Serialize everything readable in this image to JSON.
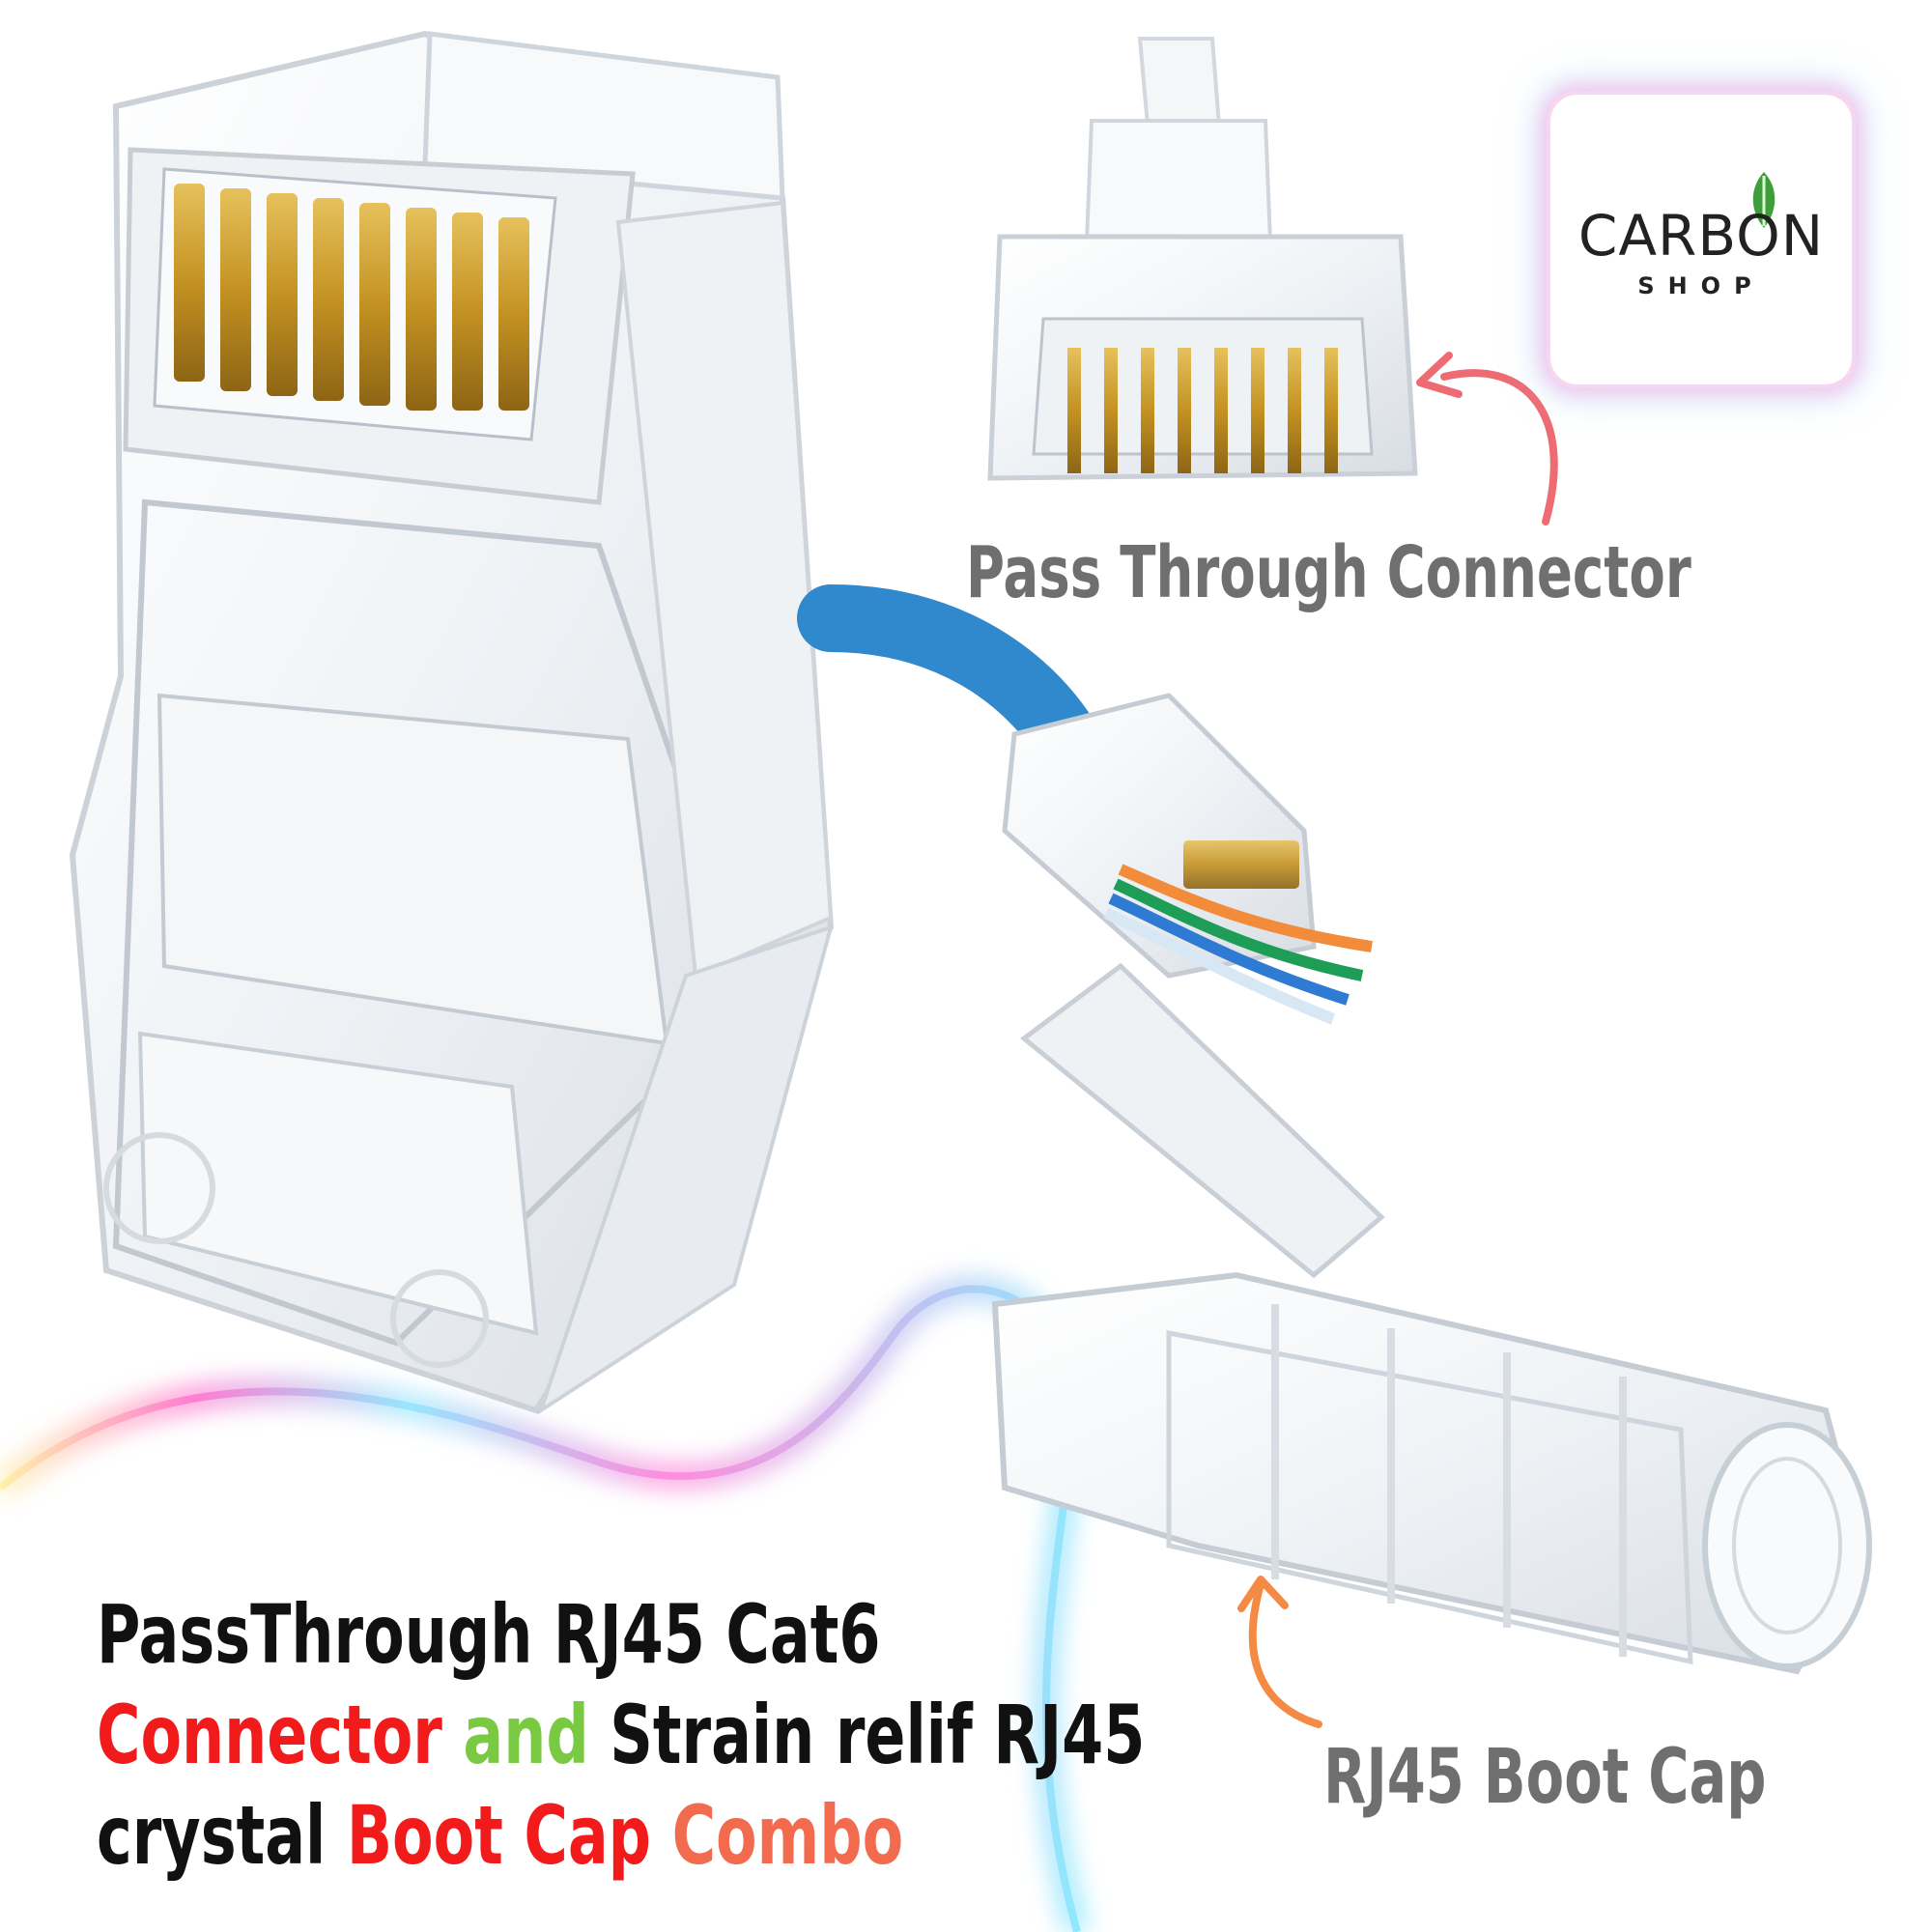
{
  "logo": {
    "word": "CARBON",
    "sub": "SHOP"
  },
  "labels": {
    "pass_through": "Pass Through Connector",
    "boot_cap": "RJ45 Boot Cap"
  },
  "caption": {
    "line1": "PassThrough RJ45 Cat6",
    "line2_part1": "Connector",
    "line2_part2": "and",
    "line2_part3": "Strain relif RJ45",
    "line3_part1": "crystal",
    "line3_part2": "Boot Cap",
    "line3_part3": "Combo"
  },
  "colors": {
    "red": "#f21b1b",
    "green": "#7ac943",
    "orange": "#f26b4f",
    "gray_label": "#6f6f6f",
    "cable_blue": "#2f89cc",
    "gold": "#c99722"
  }
}
